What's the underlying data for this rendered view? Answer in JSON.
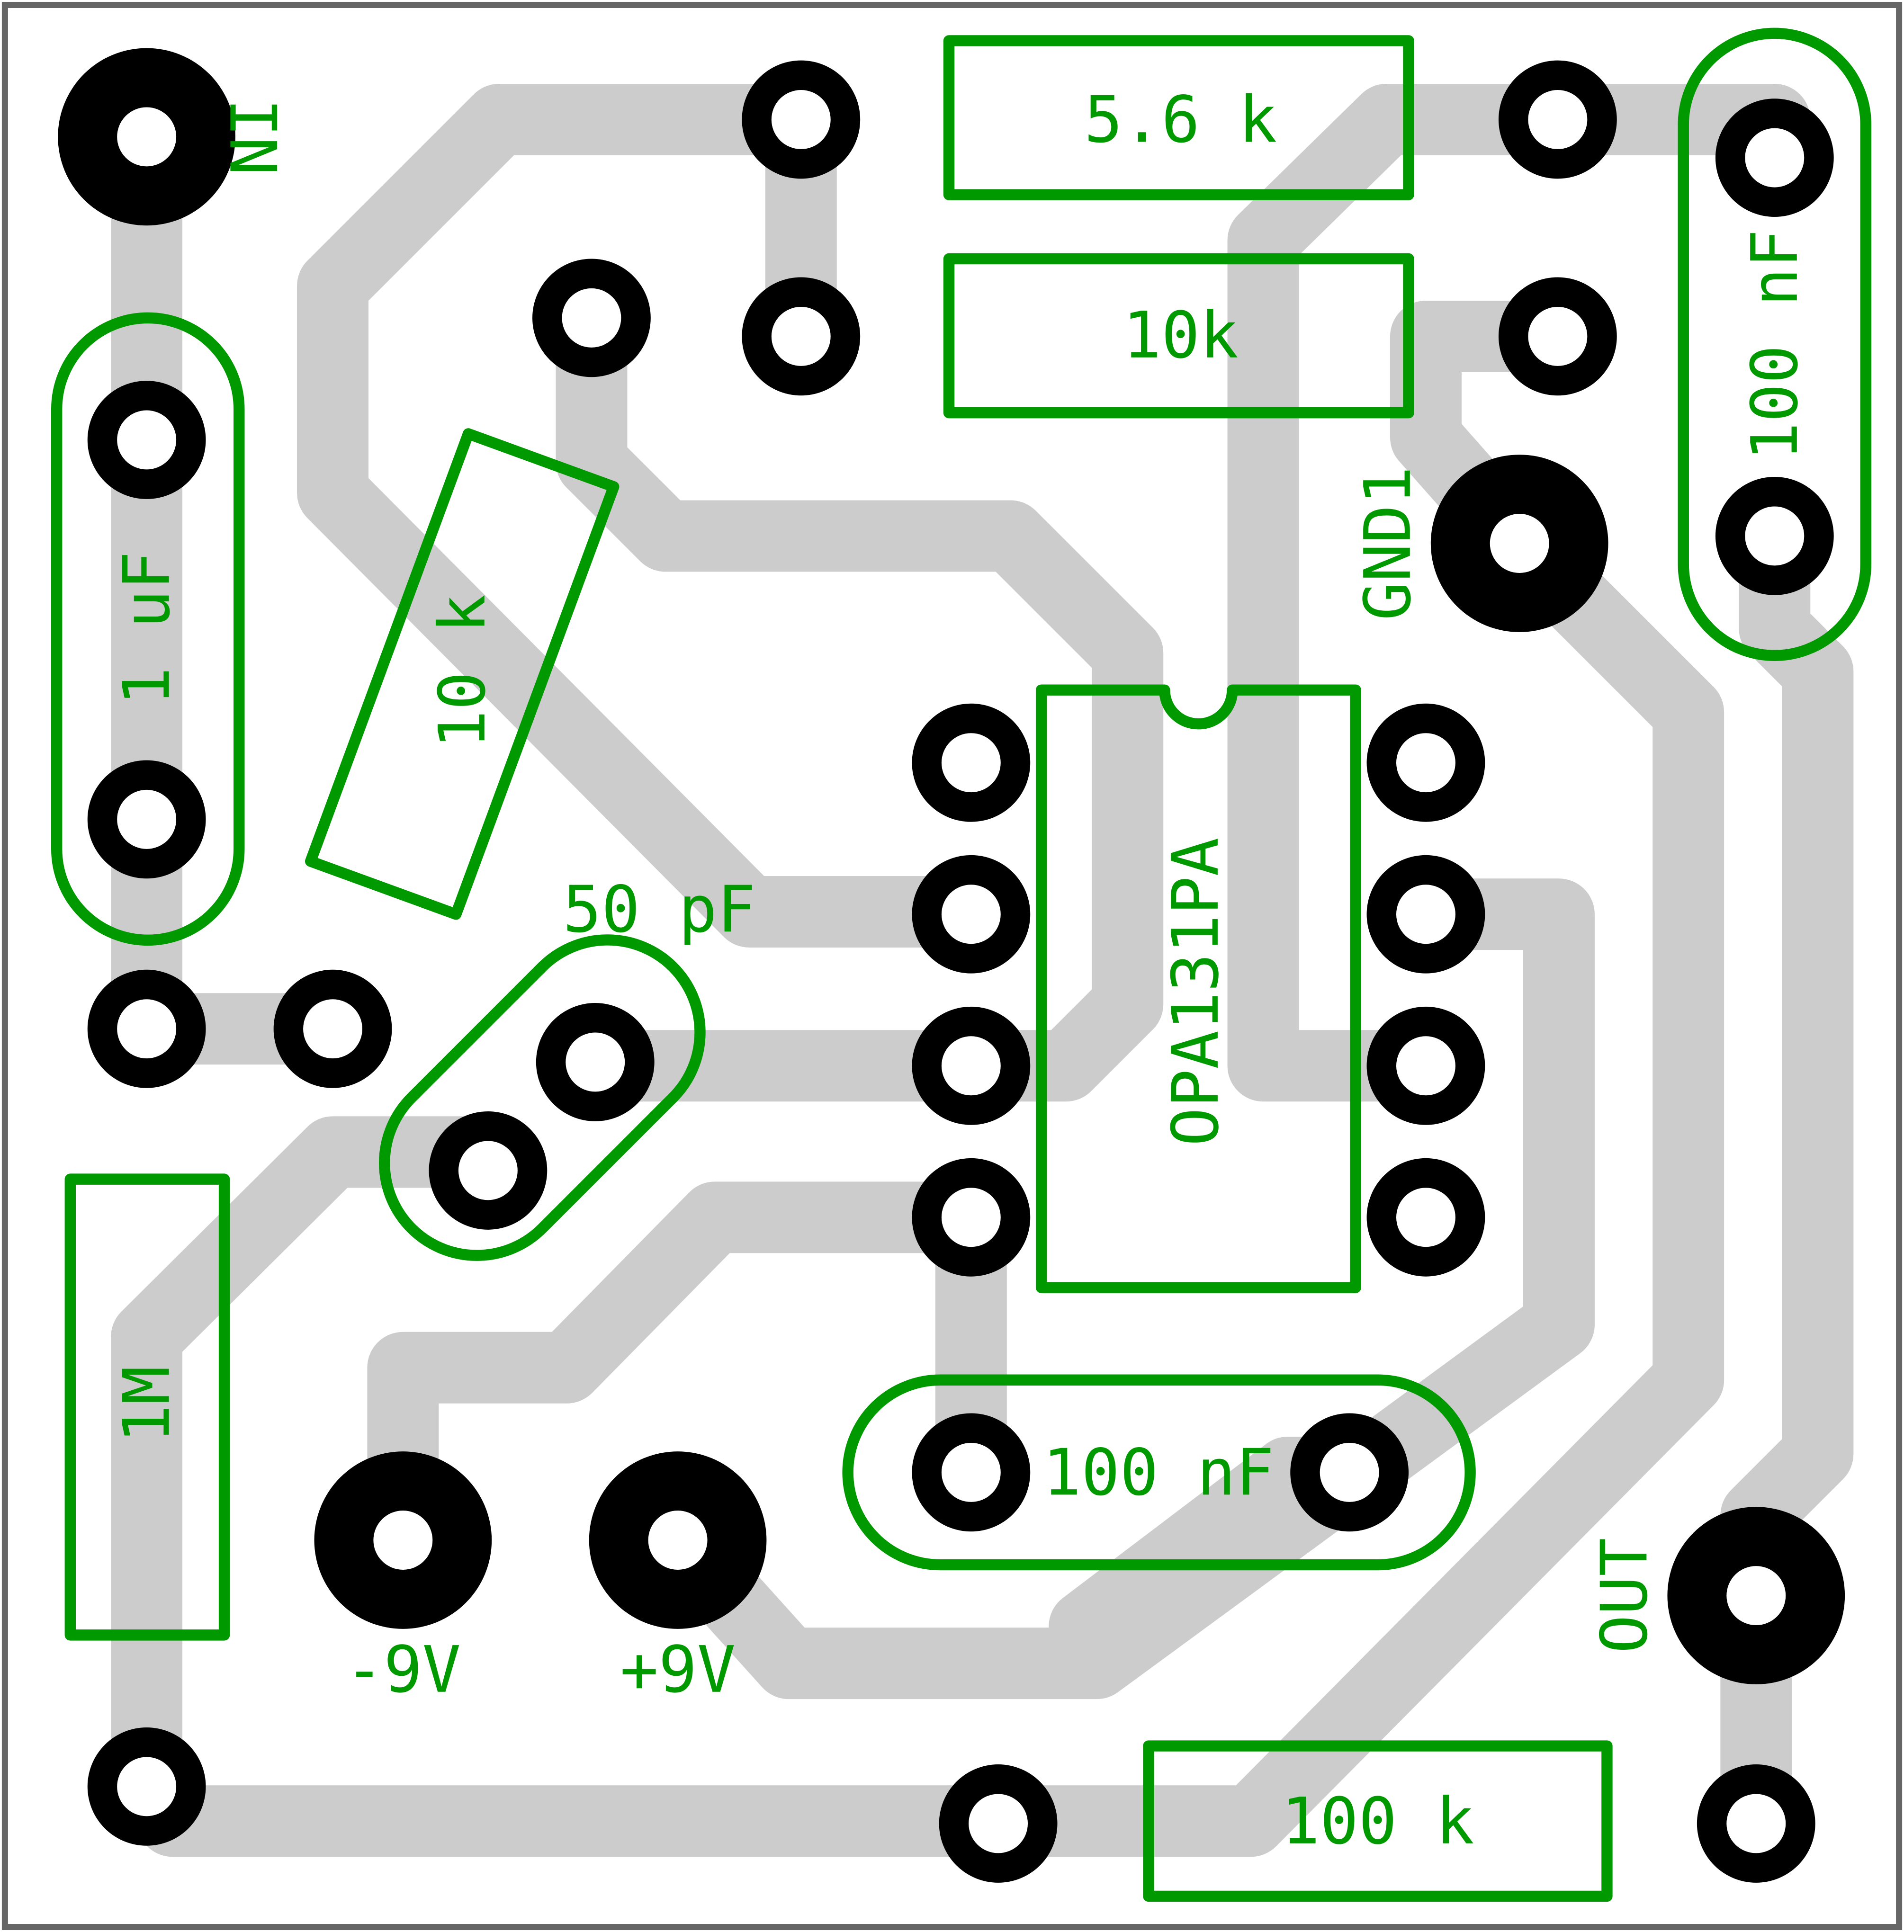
{
  "colors": {
    "silkscreen": "#009900",
    "trace": "#cccccc",
    "pad": "#000000",
    "border": "#666666"
  },
  "labels": {
    "in": "IN",
    "c_1uf": "1 uF",
    "r_10k_diag": "10 k",
    "r_5k6": "5.6 k",
    "r_10k": "10k",
    "c_100nf_right": "100 nF",
    "gnd": "GND1",
    "ic": "OPA131PA",
    "c_50pf": "50 pF",
    "r_1m": "1M",
    "c_100nf_bottom": "100 nF",
    "neg_supply": "-9V",
    "pos_supply": "+9V",
    "out": "OUT",
    "r_100k": "100 k"
  }
}
